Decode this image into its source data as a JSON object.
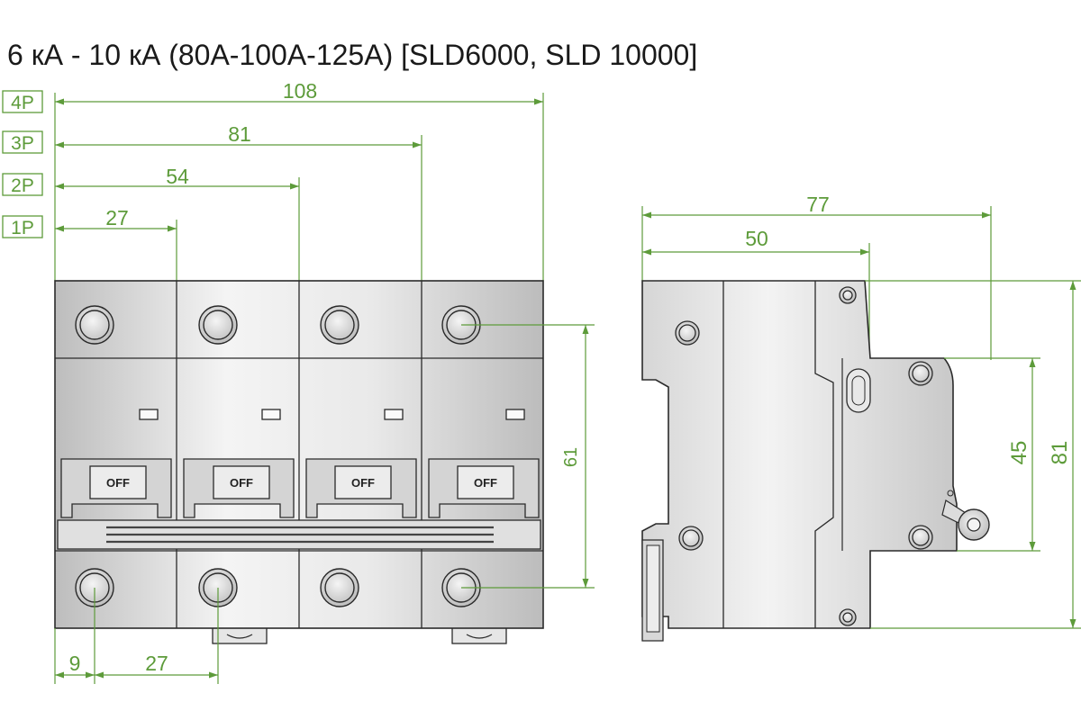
{
  "title": "6 кА - 10 кА (80А-100А-125А) [SLD6000, SLD 10000]",
  "pole_tags": [
    "4P",
    "3P",
    "2P",
    "1P"
  ],
  "front_view": {
    "widths": [
      "108",
      "81",
      "54",
      "27"
    ],
    "height_label": "61",
    "bottom_dims": [
      "9",
      "27"
    ],
    "switch_labels": [
      "OFF",
      "OFF",
      "OFF",
      "OFF"
    ]
  },
  "side_view": {
    "depth_labels": [
      "77",
      "50"
    ],
    "height_labels": [
      "45",
      "81"
    ]
  },
  "colors": {
    "dimension": "#5d9b3a",
    "body_light": "#f2f2f2",
    "body_mid": "#cfcfcf",
    "outline": "#2a2a2a"
  }
}
